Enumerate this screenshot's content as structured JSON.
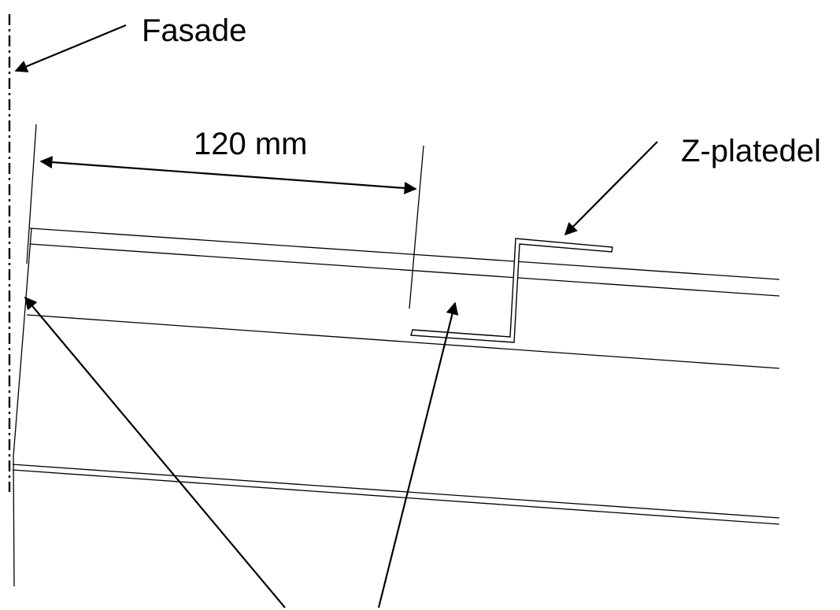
{
  "labels": {
    "fasade": "Fasade",
    "dimension": "120 mm",
    "z_platedel": "Z-platedel"
  },
  "colors": {
    "line": "#000000",
    "background": "#ffffff"
  }
}
